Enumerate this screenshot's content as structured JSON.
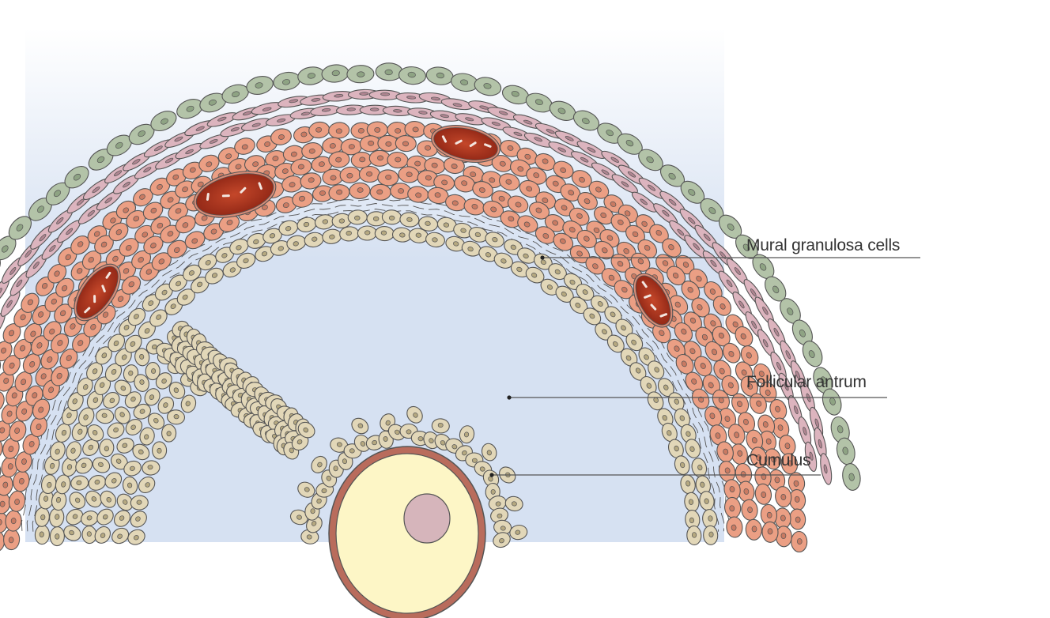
{
  "labels": {
    "mural_granulosa": "Mural granulosa cells",
    "antrum": "Follicular antrum",
    "cumulus": "Cumulus"
  },
  "colors": {
    "background_top": "#ffffff",
    "background_bottom": "#d6e1f2",
    "theca_externa_cell": "#b3c3a8",
    "theca_externa_nucleus": "#8ea383",
    "theca_interna_cell": "#dcb4be",
    "theca_interna_nucleus": "#b08591",
    "granulosa_outer_cell": "#eb9f84",
    "granulosa_outer_nucleus": "#c97a62",
    "granulosa_inner_cell": "#e2d7b8",
    "granulosa_inner_nucleus": "#b5a880",
    "blood_vessel": "#b23a22",
    "oocyte_cytoplasm": "#fdf6c6",
    "zona_pellucida": "#b96c5c",
    "oocyte_nucleus": "#d6b5bb",
    "outline": "#555555",
    "leader_line": "#555555"
  },
  "icons": {
    "oocyte": "oocyte-icon",
    "blood_vessel": "blood-vessel-icon"
  }
}
